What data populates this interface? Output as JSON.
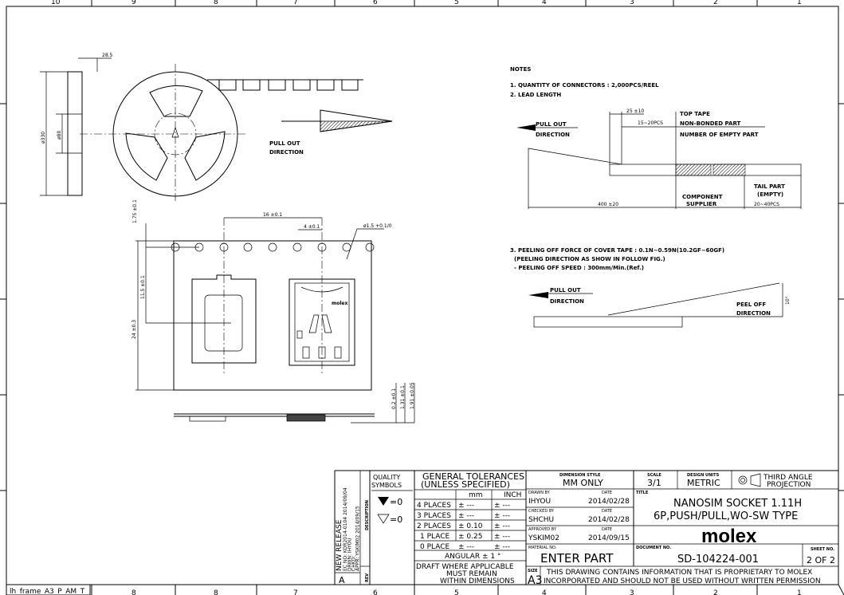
{
  "zones_top": [
    "10",
    "9",
    "8",
    "7",
    "6",
    "5",
    "4",
    "3",
    "2",
    "1"
  ],
  "zones_bottom": [
    "8",
    "8",
    "7",
    "6",
    "5",
    "4",
    "3",
    "2",
    "1"
  ],
  "frame_label": "lh_frame_A3_P_AM_T",
  "reel": {
    "dim_width": "28.5",
    "dim_outer": "ø330",
    "dim_hub": "ø80",
    "pull_out": "PULL OUT",
    "direction": "DIRECTION"
  },
  "tape": {
    "dim_pitch": "16 ±0.1",
    "dim_hole_pitch": "4 ±0.1",
    "dim_hole": "ø1.5 +0.1/0",
    "dim_edge": "1.75 ±0.1",
    "dim_center": "11.5 ±0.1",
    "dim_width": "24 ±0.3",
    "dim_t1": "0.2 ±0.1",
    "dim_t2": "1.31 ±0.1",
    "dim_t3": "1.91 ±0.05",
    "logo": "molex"
  },
  "notes": {
    "title": "NOTES",
    "n1": "1. QUANTITY OF CONNECTORS :  2,000PCS/REEL",
    "n2": "2. LEAD LENGTH",
    "lead": {
      "dim_25": "25 ±10",
      "pcs_15": "15~20PCS",
      "top_tape": "TOP TAPE",
      "non_bonded": "NON-BONDED PART",
      "empty": "NUMBER OF EMPTY PART",
      "pull_out": "PULL OUT",
      "direction": "DIRECTION",
      "dim_400": "400 ±20",
      "component": "COMPONENT",
      "supplier": "SUPPLIER",
      "tail": "TAIL PART",
      "tail_empty": "(EMPTY)",
      "pcs_20": "20~40PCS"
    },
    "n3a": "3. PEELING OFF FORCE OF COVER TAPE : 0.1N~0.59N(10.2GF~60GF)",
    "n3b": "(PEELING DIRECTION AS SHOW IN FOLLOW FIG.)",
    "n3c": "- PEELING OFF SPEED : 300mm/Min.(Ref.)",
    "peel": {
      "pull_out": "PULL OUT",
      "direction": "DIRECTION",
      "peel_off": "PEEL OFF",
      "peel_dir": "DIRECTION",
      "angle": "10°"
    }
  },
  "title_block": {
    "rev_lines": [
      "NEW RELEASE",
      "EC NO: KOR2014-0104   2014/09/04",
      "DRWN: IHYOU",
      "CHKD:",
      "APPR: YSKIM02   2014/09/15"
    ],
    "rev": "A",
    "description": "DESCRIPTION",
    "rev_label": "REV",
    "quality": "QUALITY",
    "symbols": "SYMBOLS",
    "q1": "=0",
    "q2": "=0",
    "gen_tol": "GENERAL TOLERANCES",
    "unless": "(UNLESS SPECIFIED)",
    "mm": "mm",
    "inch": "INCH",
    "tol_rows": [
      [
        "4 PLACES",
        "± ---",
        "± ---"
      ],
      [
        "3 PLACES",
        "± ---",
        "± ---"
      ],
      [
        "2 PLACES",
        "± 0.10",
        "± ---"
      ],
      [
        "1 PLACE",
        "± 0.25",
        "± ---"
      ],
      [
        "0 PLACE",
        "± ---",
        "± ---"
      ]
    ],
    "angular": "ANGULAR ± 1 °",
    "draft1": "DRAFT WHERE APPLICABLE",
    "draft2": "MUST REMAIN",
    "draft3": "WITHIN DIMENSIONS",
    "dim_style_label": "DIMENSION STYLE",
    "dim_style": "MM ONLY",
    "drawn_by_label": "DRAWN BY",
    "drawn_by": "IHYOU",
    "drawn_date": "2014/02/28",
    "checked_by_label": "CHECKED BY",
    "checked_by": "SHCHU",
    "checked_date": "2014/02/28",
    "approved_by_label": "APPROVED BY",
    "approved_by": "YSKIM02",
    "approved_date": "2014/09/15",
    "date_label": "DATE",
    "material_label": "MATERIAL NO.",
    "material": "ENTER PART",
    "size_label": "SIZE",
    "size": "A3",
    "scale_label": "SCALE",
    "scale": "3/1",
    "units_label": "DESIGN UNITS",
    "units": "METRIC",
    "projection1": "THIRD ANGLE",
    "projection2": "PROJECTION",
    "title_label": "TITLE",
    "title1": "NANOSIM SOCKET 1.11H",
    "title2": "6P,PUSH/PULL,WO-SW TYPE",
    "logo": "molex",
    "doc_label": "DOCUMENT NO.",
    "doc_no": "SD-104224-001",
    "sheet_label": "SHEET NO.",
    "sheet": "2 OF 2",
    "prop1": "THIS DRAWING CONTAINS INFORMATION THAT IS PROPRIETARY TO MOLEX",
    "prop2": "INCORPORATED AND SHOULD NOT BE USED WITHOUT WRITTEN PERMISSION"
  }
}
